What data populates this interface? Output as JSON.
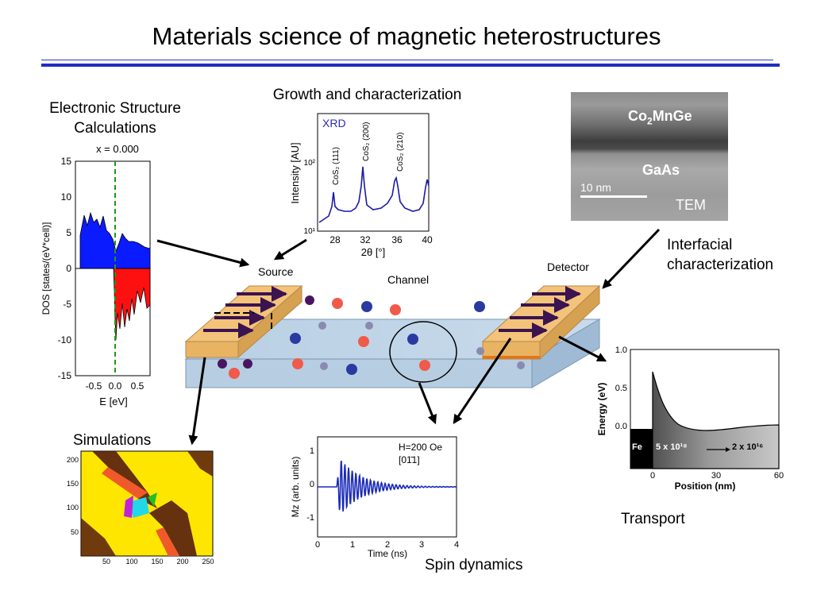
{
  "title": "Materials science of magnetic heterostructures",
  "labels": {
    "electronic": "Electronic Structure Calculations",
    "electronic_l1": "Electronic Structure",
    "electronic_l2": "Calculations",
    "growth": "Growth and characterization",
    "interfacial_l1": "Interfacial",
    "interfacial_l2": "characterization",
    "simulations": "Simulations",
    "transport": "Transport",
    "spin_dynamics": "Spin dynamics"
  },
  "device": {
    "source": "Source",
    "channel": "Channel",
    "detector": "Detector"
  },
  "tem": {
    "top_layer": "Co",
    "top_layer_sub": "2",
    "top_layer_rest": "MnGe",
    "bottom_layer": "GaAs",
    "scale": "10 nm",
    "label": "TEM"
  },
  "dos_plot": {
    "header": "x = 0.000",
    "ylabel": "DOS [states/(eV*cell)]",
    "xlabel": "E [eV]",
    "yticks": [
      "15",
      "10",
      "5",
      "0",
      "-5",
      "-10",
      "-15"
    ],
    "xticks": [
      "-0.5",
      "0.0",
      "0.5"
    ],
    "colors": {
      "up": "#0b1bff",
      "down": "#ff1010",
      "fermi": "#1a9a1a"
    }
  },
  "xrd_plot": {
    "legend": "XRD",
    "ylabel": "Intensity [AU]",
    "xlabel": "2θ [°]",
    "yticks": [
      "10²",
      "10¹"
    ],
    "xticks": [
      "28",
      "32",
      "36",
      "40"
    ],
    "peaks": [
      "CoS₂ (111)",
      "CoS₂ (200)",
      "CoS₂ (210)"
    ]
  },
  "spin_plot": {
    "legend1": "H=200 Oe",
    "legend2": "[01̄1]",
    "ylabel": "Mz (arb. units)",
    "xlabel": "Time (ns)",
    "yticks": [
      "1",
      "0",
      "-1"
    ],
    "xticks": [
      "0",
      "1",
      "2",
      "3",
      "4"
    ]
  },
  "transport_plot": {
    "ylabel": "Energy (eV)",
    "xlabel": "Position (nm)",
    "yticks": [
      "1.0",
      "0.5",
      "0.0"
    ],
    "xticks": [
      "0",
      "30",
      "60"
    ],
    "fe": "Fe",
    "doping1": "5 x 10¹⁸",
    "doping2": "2 x 10¹⁶"
  },
  "sim_plot": {
    "yticks": [
      "200",
      "150",
      "100",
      "50"
    ],
    "xticks": [
      "50",
      "100",
      "150",
      "200",
      "250"
    ]
  }
}
